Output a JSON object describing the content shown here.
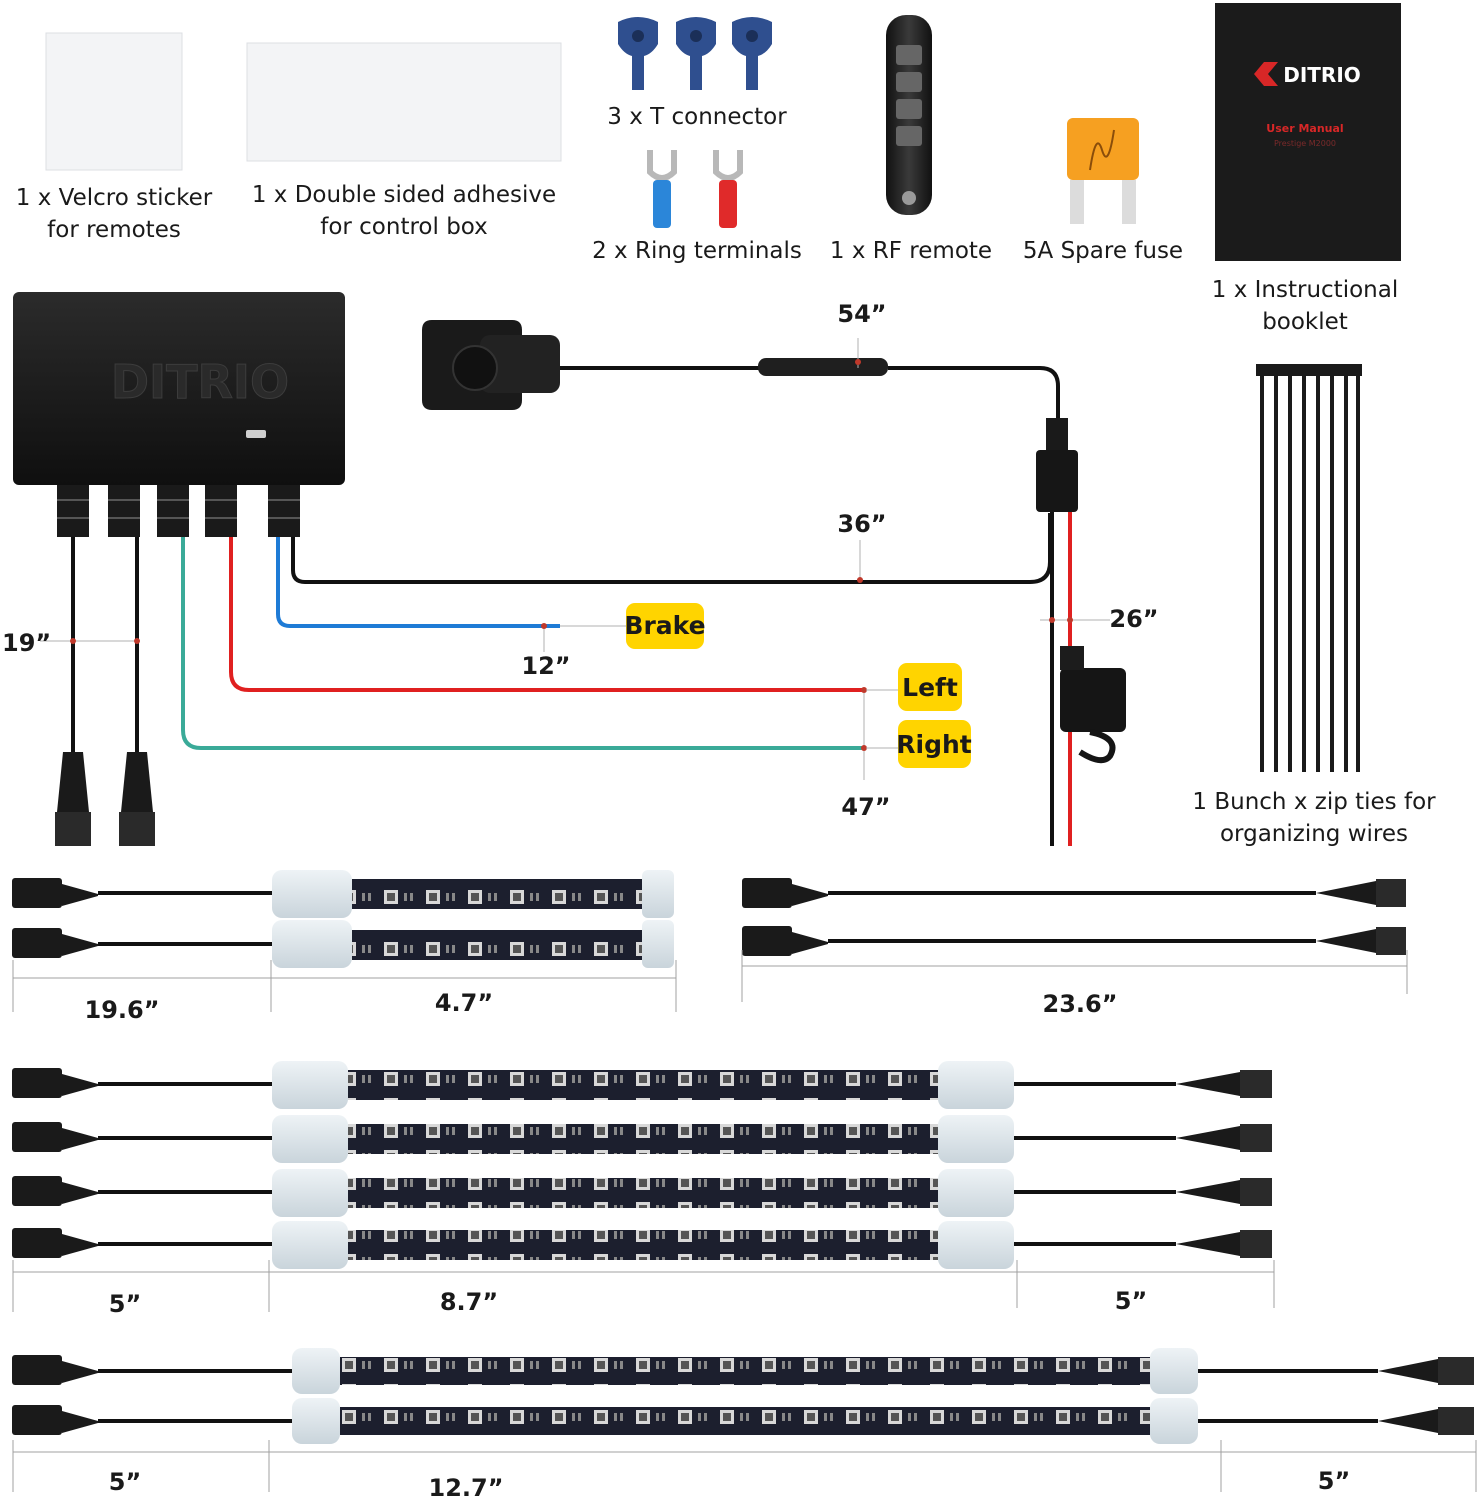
{
  "items": {
    "velcro": {
      "line1": "1 x Velcro sticker",
      "line2": "for remotes"
    },
    "adhesive": {
      "line1": "1 x Double sided adhesive",
      "line2": "for control box"
    },
    "t_connector": {
      "label": "3 x T connector"
    },
    "ring_terminals": {
      "label": "2 x Ring terminals"
    },
    "rf_remote": {
      "label": "1 x RF remote"
    },
    "fuse": {
      "label": "5A Spare fuse"
    },
    "booklet": {
      "line1": "1 x Instructional",
      "line2": "booklet",
      "brand": "DITRIO",
      "cover_title": "User Manual",
      "cover_sub": "Prestige M2000"
    },
    "zip_ties": {
      "line1": "1 Bunch x zip ties for",
      "line2": "organizing wires"
    }
  },
  "control_box": {
    "brand": "DITRIO"
  },
  "wiring": {
    "len_54": "54”",
    "len_36": "36”",
    "len_26": "26”",
    "len_19": "19”",
    "len_12": "12”",
    "len_47": "47”",
    "brake": "Brake",
    "left": "Left",
    "right": "Right"
  },
  "strips": {
    "row1": {
      "cable": "19.6”",
      "strip": "4.7”"
    },
    "row1b": {
      "cable": "23.6”"
    },
    "row2": {
      "left": "5”",
      "strip": "8.7”",
      "right": "5”"
    },
    "row3": {
      "left": "5”",
      "strip": "12.7”",
      "right": "5”"
    }
  },
  "colors": {
    "brake_wire": "#1e7bd6",
    "left_wire": "#e02020",
    "right_wire": "#3aaa98",
    "tag_bg": "#ffd400",
    "strip_pcb": "#1c1f2e",
    "cap": "#dfe7ec"
  }
}
